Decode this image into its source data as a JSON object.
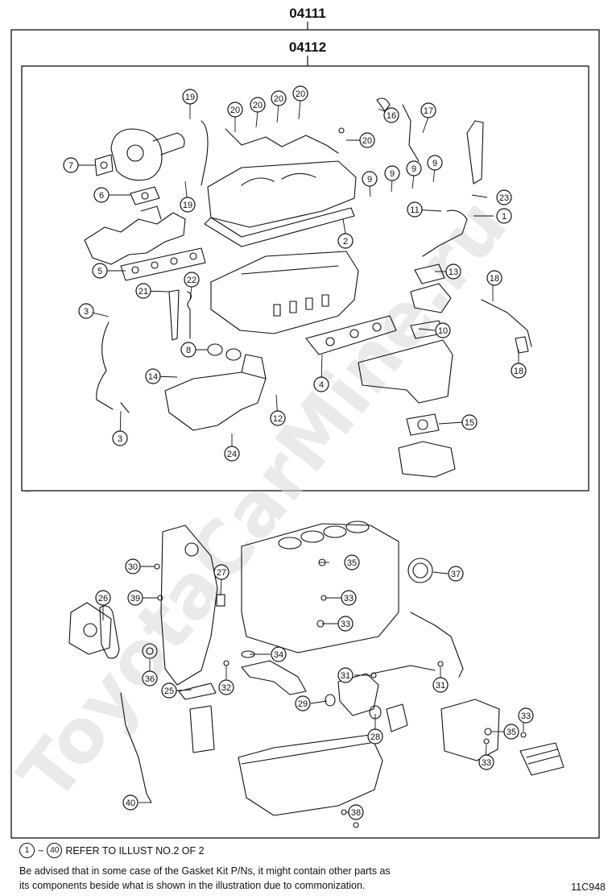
{
  "header": {
    "outer_code": "04111",
    "inner_code": "04112"
  },
  "watermark": "ToyotaCarMine.ru",
  "callouts": [
    "1",
    "2",
    "3",
    "3",
    "4",
    "5",
    "6",
    "7",
    "8",
    "9",
    "9",
    "9",
    "9",
    "10",
    "11",
    "12",
    "13",
    "14",
    "15",
    "16",
    "17",
    "18",
    "18",
    "19",
    "19",
    "20",
    "20",
    "20",
    "20",
    "20",
    "21",
    "22",
    "23",
    "24",
    "25",
    "26",
    "27",
    "28",
    "29",
    "30",
    "31",
    "31",
    "32",
    "33",
    "33",
    "33",
    "33",
    "34",
    "35",
    "35",
    "36",
    "37",
    "38",
    "39",
    "40"
  ],
  "footer": {
    "note_from": "1",
    "note_tilde": "~",
    "note_to": "40",
    "note_text": "REFER TO ILLUST NO.2 OF 2",
    "advice_line1": "Be advised that in some case of the Gasket Kit P/Ns,  it might contain other parts as",
    "advice_line2": "its components beside what is shown in the illustration due to commonization.",
    "drawing_code": "11C948"
  }
}
